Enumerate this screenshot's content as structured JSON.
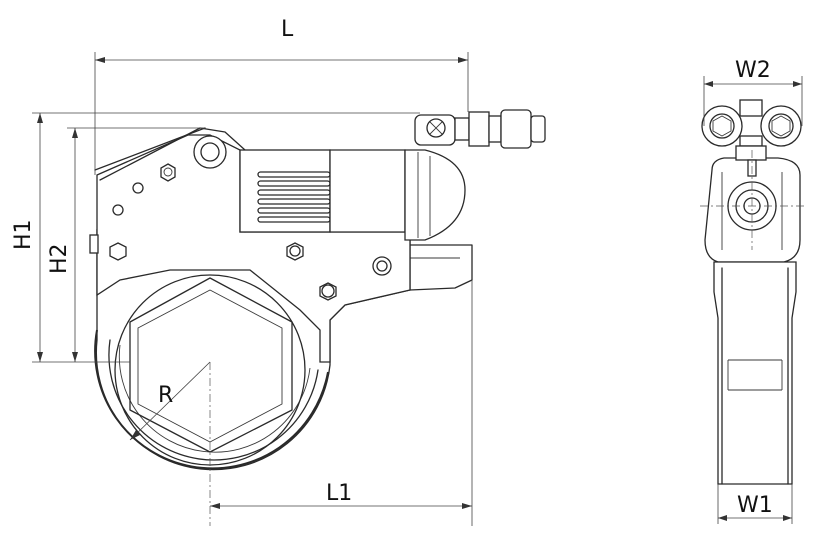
{
  "labels": {
    "L": "L",
    "L1": "L1",
    "H1": "H1",
    "H2": "H2",
    "R": "R",
    "W1": "W1",
    "W2": "W2"
  }
}
